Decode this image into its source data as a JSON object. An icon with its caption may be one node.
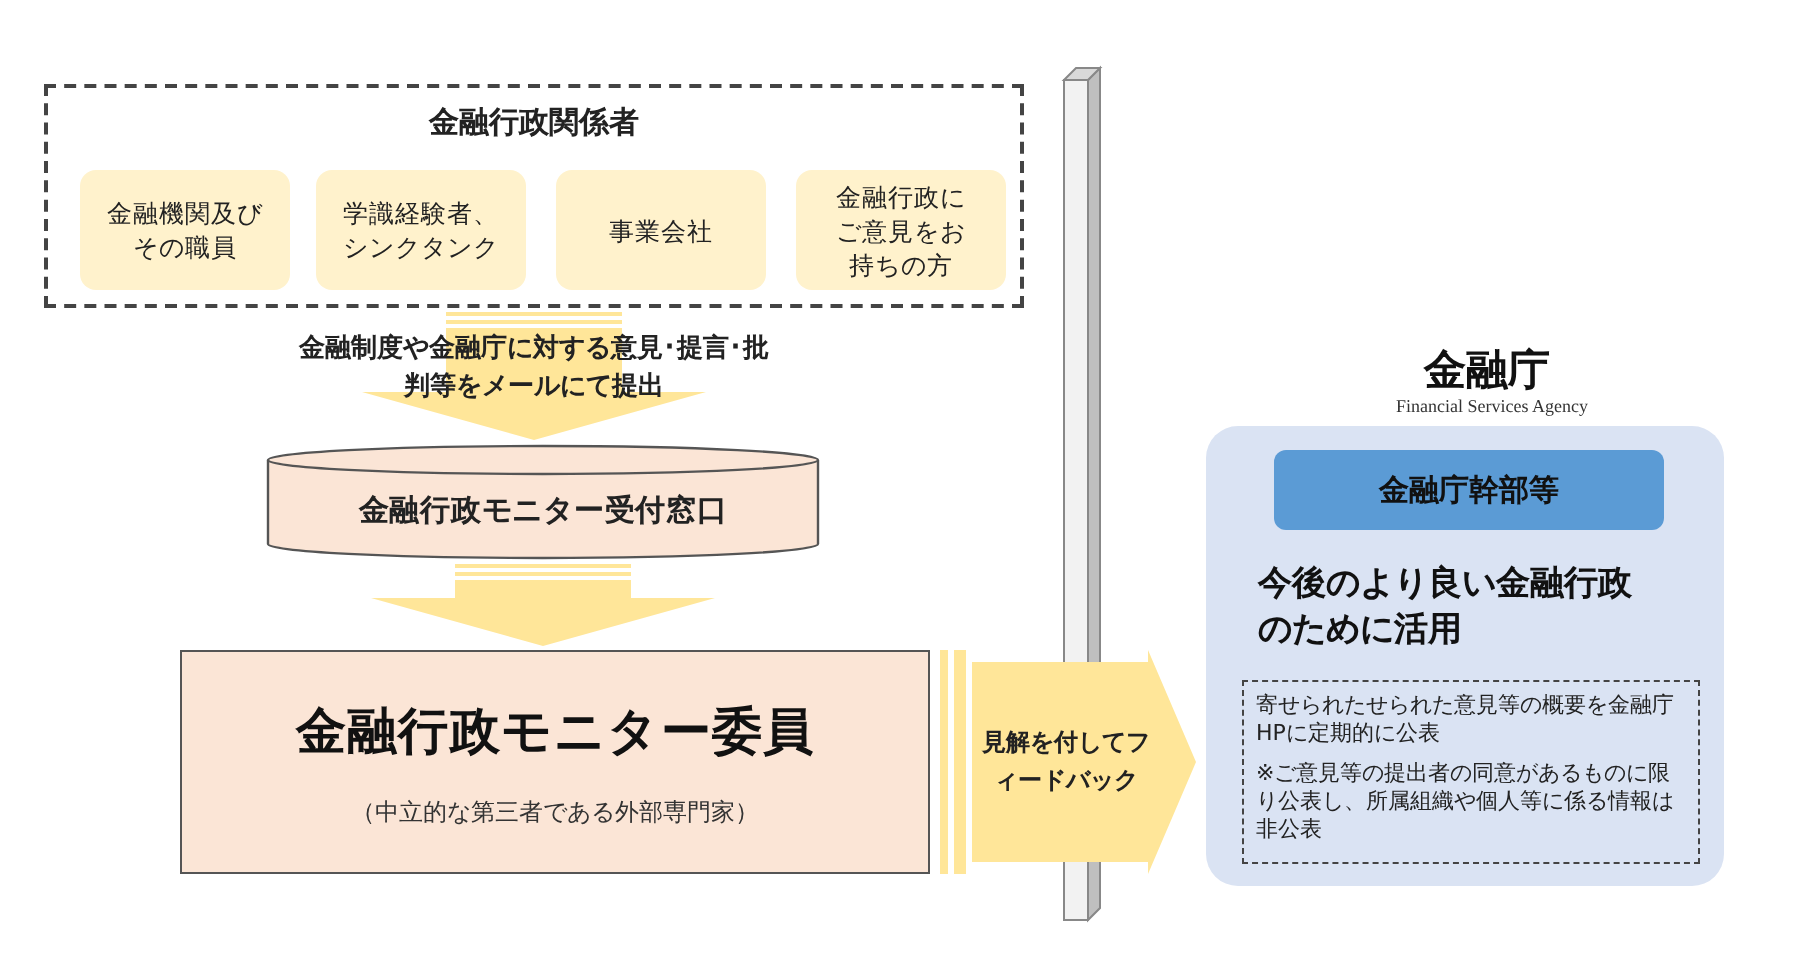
{
  "diagram": {
    "nodes": [
      {
        "text": [
          "金融行政関係者"
        ]
      },
      {
        "text": [
          "金融機関及びその職員"
        ],
        "in": 0
      },
      {
        "text": [
          "学識経験者、シンクタンク"
        ],
        "in": 0
      },
      {
        "text": [
          "事業会社"
        ],
        "in": 0
      },
      {
        "text": [
          "金融行政にご意見をお持ちの方"
        ],
        "in": 0
      },
      {
        "text": [
          "金融行政モニター受付窓口"
        ]
      },
      {
        "text": [
          "金融行政モニター委員",
          "（中立的な第三者である外部専門家）"
        ]
      },
      {
        "text": [
          "今後のより良い金融行政のために活用"
        ]
      },
      {
        "text": [
          "金融庁幹部等"
        ],
        "in": 7
      },
      {
        "text": [
          "寄せられたせられた意見等の概要を金融庁HPに定期的に公表",
          "※ご意見等の提出者の同意があるものに限り公表し、所属組織や個人等に係る情報は非公表"
        ],
        "in": 7
      }
    ],
    "edges": [
      {
        "from": 0,
        "to": 5,
        "arrow": "to",
        "label": "金融制度や金融庁に対する意見･提言･批判等をメールにて提出"
      },
      {
        "from": 5,
        "to": 6,
        "arrow": "to"
      },
      {
        "from": 6,
        "to": 7,
        "arrow": "to",
        "label": "見解を付してフィードバック"
      }
    ],
    "labels": [
      "金融庁",
      "Financial Services Agency"
    ]
  }
}
